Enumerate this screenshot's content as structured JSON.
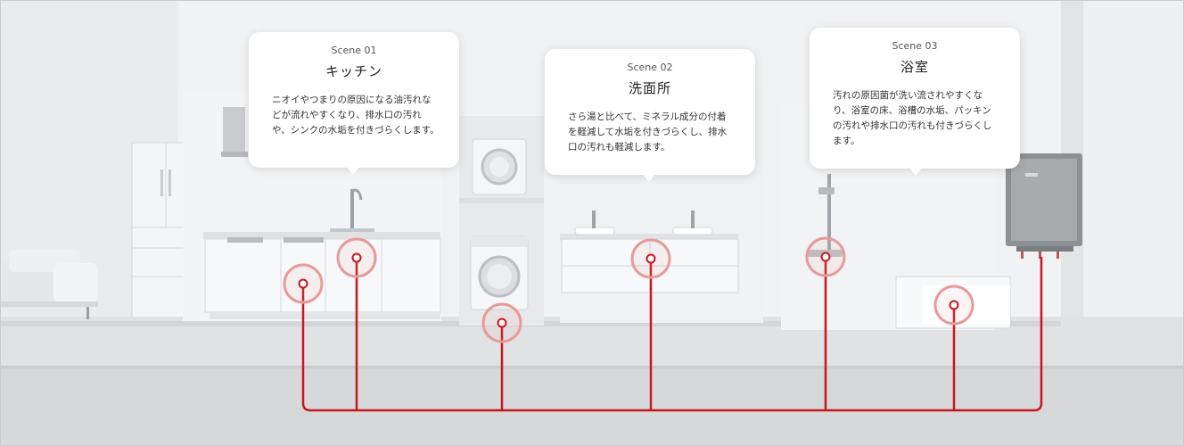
{
  "scenes": [
    {
      "number": "Scene 01",
      "title": "キッチン",
      "description": "ニオイやつまりの原因になる油汚れなどが流れやすくなり、排水口の汚れや、シンクの水垢を付きづらくします。"
    },
    {
      "number": "Scene 02",
      "title": "洗面所",
      "description": "さら湯と比べて、ミネラル成分の付着を軽減して水垢を付きづらくし、排水口の汚れも軽減します。"
    },
    {
      "number": "Scene 03",
      "title": "浴室",
      "description": "汚れの原因菌が洗い流されやすくなり、浴室の床、浴槽の水垢、パッキンの汚れや排水口の汚れも付きづらくします。"
    }
  ],
  "hotspots": [
    {
      "name": "dishwasher-hotspot"
    },
    {
      "name": "kitchen-sink-hotspot"
    },
    {
      "name": "washing-machine-hotspot"
    },
    {
      "name": "washbasin-hotspot"
    },
    {
      "name": "shower-hotspot"
    },
    {
      "name": "bathtub-hotspot"
    }
  ],
  "colors": {
    "accent": "#c8161d",
    "ring": "#e89a9a"
  }
}
